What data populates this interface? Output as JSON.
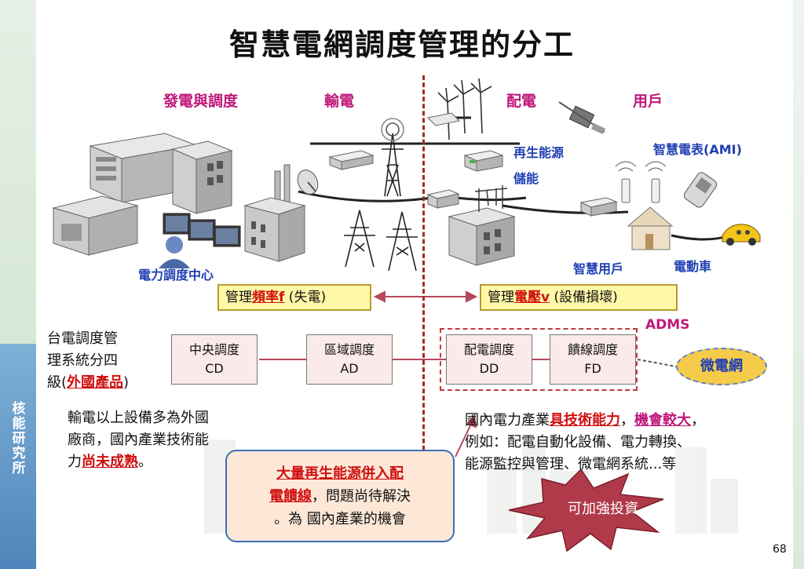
{
  "title": "智慧電網調度管理的分工",
  "sidebar": {
    "text": "核能研究所"
  },
  "sections": {
    "generation": "發電與調度",
    "transmission": "輸電",
    "distribution": "配電",
    "customer": "用戶"
  },
  "labels": {
    "renewable": "再生能源",
    "storage": "儲能",
    "smart_meter": "智慧電表(AMI)",
    "smart_customer": "智慧用戶",
    "ev": "電動車",
    "dispatch_center": "電力調度中心"
  },
  "manage_left": {
    "prefix": "管理",
    "highlight": "頻率f",
    "suffix": " (失電)"
  },
  "manage_right": {
    "prefix": "管理",
    "highlight": "電壓v",
    "suffix": " (設備損壞)"
  },
  "left_text": {
    "line1": "台電調度管",
    "line2": "理系統分四",
    "line3_prefix": "級(",
    "line3_highlight": "外國產品",
    "line3_suffix": ")"
  },
  "boxes": [
    {
      "name": "中央調度",
      "code": "CD"
    },
    {
      "name": "區域調度",
      "code": "AD"
    },
    {
      "name": "配電調度",
      "code": "DD"
    },
    {
      "name": "饋線調度",
      "code": "FD"
    }
  ],
  "adms": "ADMS",
  "microgrid": "微電網",
  "left_para": {
    "line1": "輸電以上設備多為外國",
    "line2": "廠商，國內產業技術能",
    "line3_prefix": "力",
    "line3_highlight": "尚未成熟",
    "line3_suffix": "。"
  },
  "right_para": {
    "line1_prefix": "國內電力產業",
    "line1_hl1": "具技術能力",
    "line1_mid": "，",
    "line1_hl2": "機會較大",
    "line1_suffix": "，",
    "line2": "例如：配電自動化設備、電力轉換、",
    "line3": "能源監控與管理、微電網系統...等"
  },
  "callout": {
    "line1_highlight": "大量再生能源併入配",
    "line2_highlight": "電饋線",
    "line2_suffix": "，問題尚待解決",
    "line3": "。為 國內產業的機會"
  },
  "burst": "可加強投資",
  "page_number": "68",
  "colors": {
    "section": "#c0187a",
    "blue_label": "#1f3fb2",
    "highlight_red": "#d01010",
    "manage_bg": "#fff8a8",
    "box_bg": "#fbeaea",
    "callout_bg": "#fde8d8",
    "burst": "#b03a4a",
    "microgrid": "#f5cb4a"
  }
}
